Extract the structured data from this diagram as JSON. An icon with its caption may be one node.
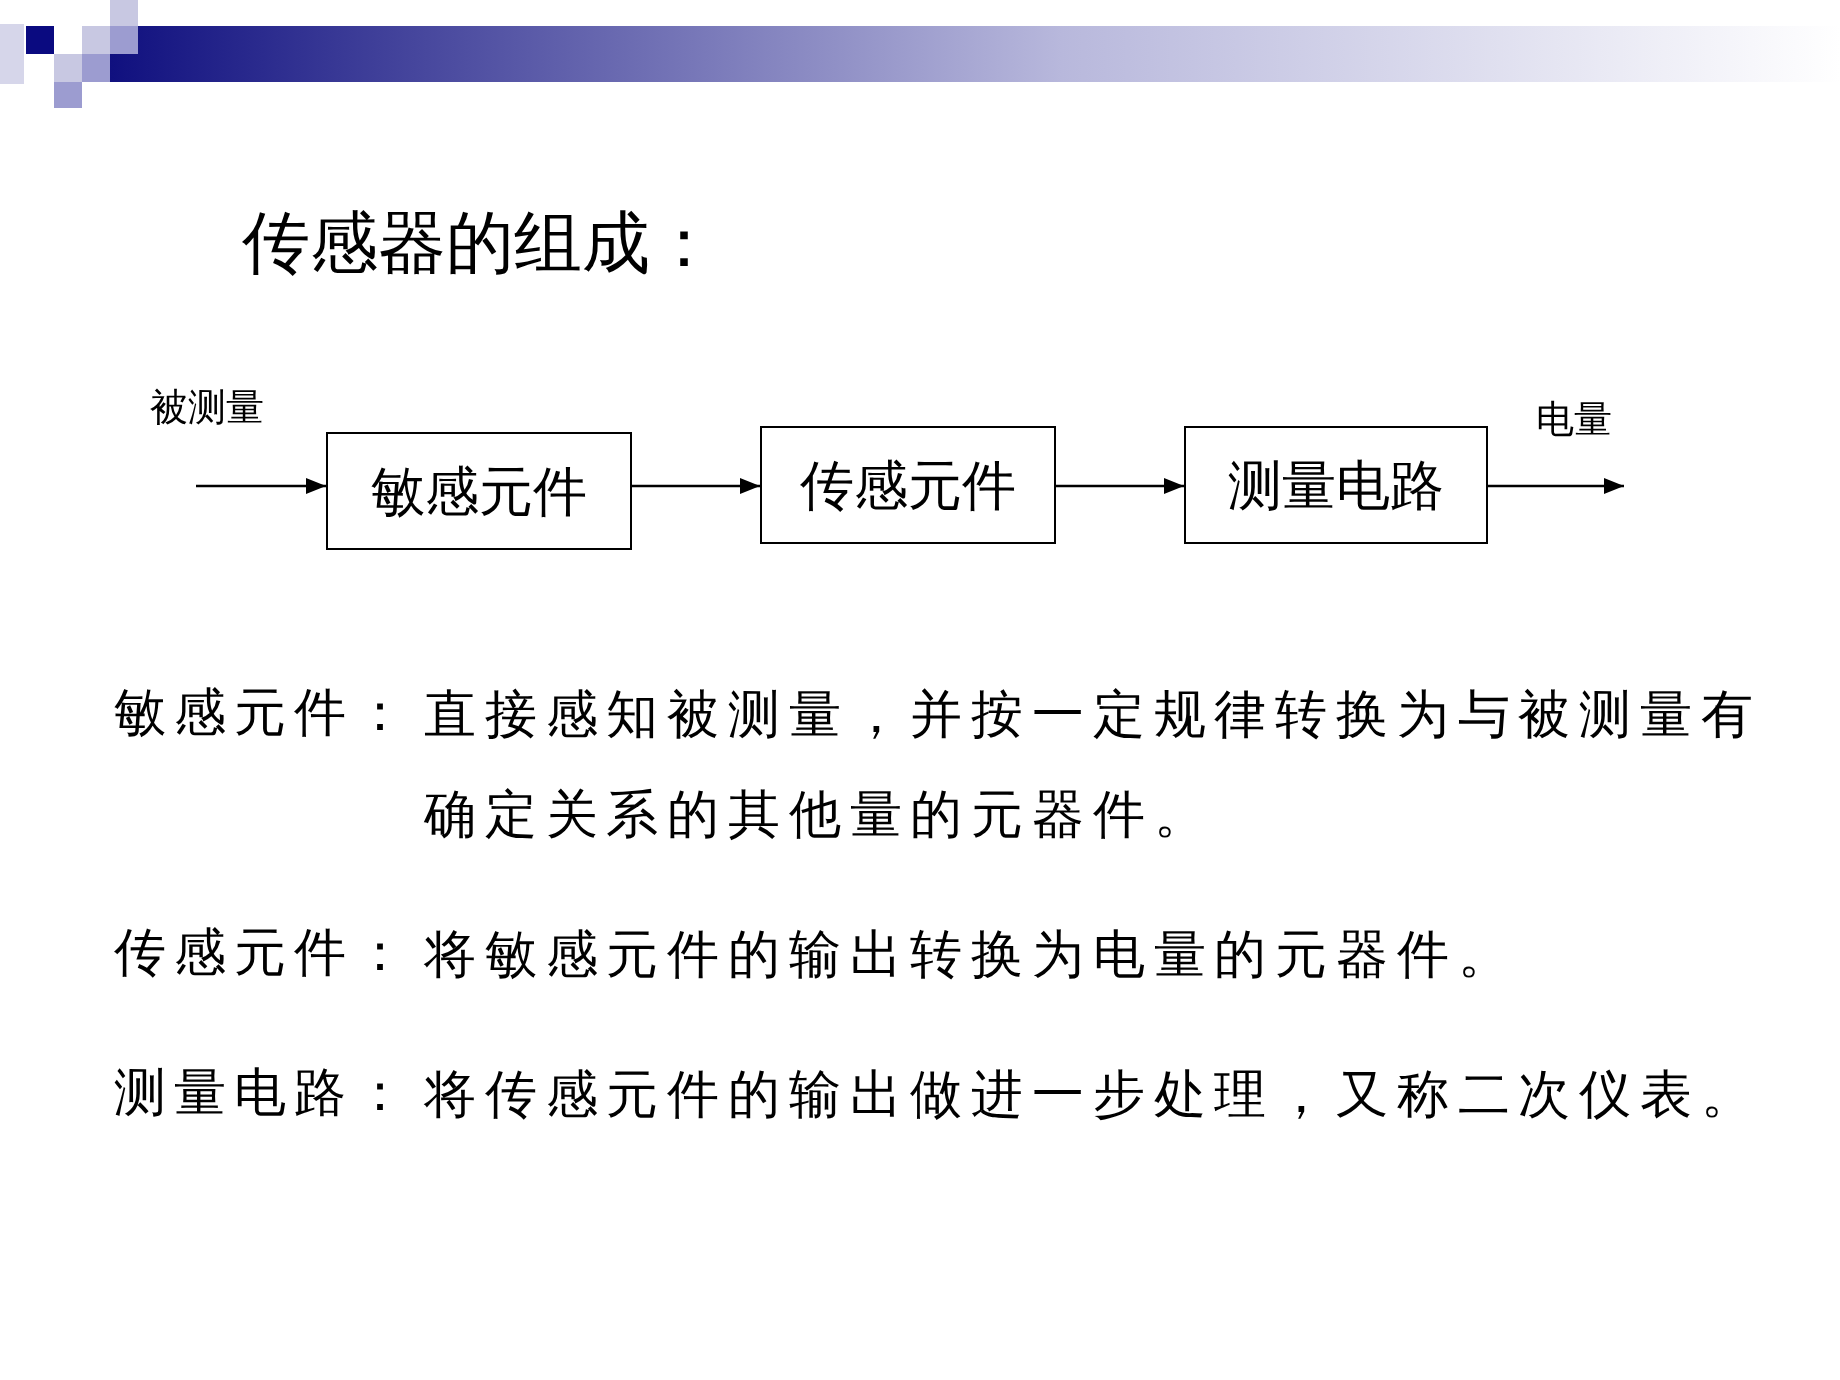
{
  "diagram": {
    "title": "传感器的组成：",
    "nodes": [
      {
        "text": [
          "敏感元件"
        ]
      },
      {
        "text": [
          "传感元件"
        ]
      },
      {
        "text": [
          "测量电路"
        ]
      }
    ],
    "edges": [
      {
        "from": null,
        "to": 0,
        "arrow": "to",
        "label": "被测量"
      },
      {
        "from": 0,
        "to": 1,
        "arrow": "to"
      },
      {
        "from": 1,
        "to": 2,
        "arrow": "to"
      },
      {
        "from": 2,
        "to": null,
        "arrow": "to",
        "label": "电量"
      }
    ],
    "labels": [
      "敏感元件：",
      "直接感知被测量，并按一定规律转换为与被测量有确定关系的其他量的元器件。",
      "传感元件：",
      "将敏感元件的输出转换为电量的元器件。",
      "测量电路：",
      "将传感元件的输出做进一步处理，又称二次仪表。"
    ]
  }
}
